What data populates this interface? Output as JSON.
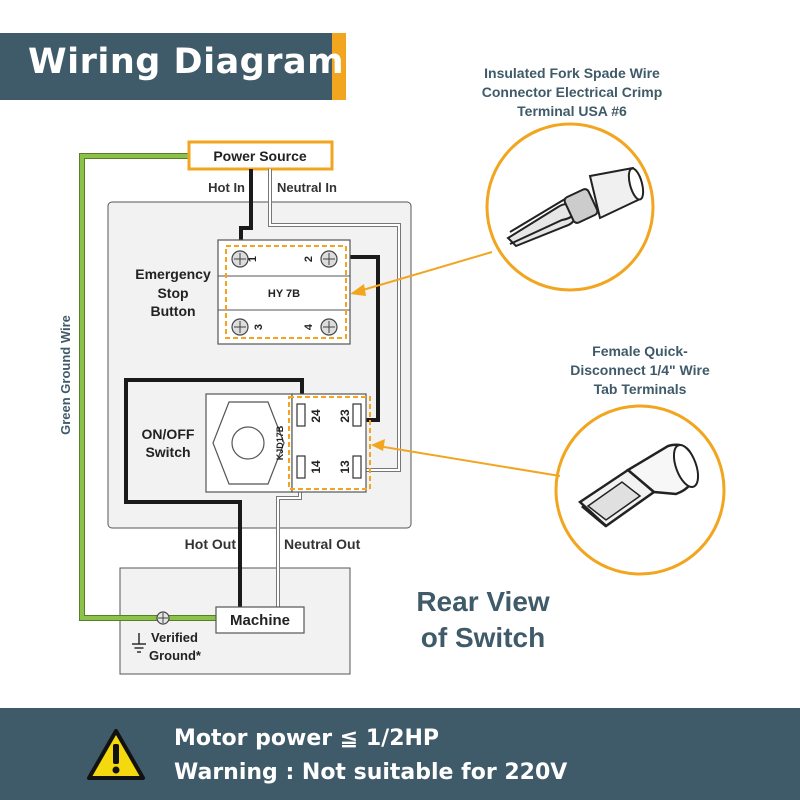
{
  "header": {
    "title": "Wiring Diagram"
  },
  "diagram": {
    "power_source": "Power Source",
    "hot_in": "Hot In",
    "neutral_in": "Neutral In",
    "emergency_stop": [
      "Emergency",
      "Stop",
      "Button"
    ],
    "estop_model": "HY 7B",
    "estop_terminals": [
      "1",
      "2",
      "3",
      "4"
    ],
    "onoff_switch": [
      "ON/OFF",
      "Switch"
    ],
    "switch_model": "KJD17B",
    "switch_terminals": [
      "24",
      "23",
      "14",
      "13"
    ],
    "green_ground_wire": "Green Ground Wire",
    "hot_out": "Hot Out",
    "neutral_out": "Neutral Out",
    "machine": "Machine",
    "verified_ground": [
      "Verified",
      "Ground*"
    ],
    "rear_view": [
      "Rear View",
      "of Switch"
    ]
  },
  "callouts": {
    "fork_spade": [
      "Insulated Fork Spade Wire",
      "Connector Electrical Crimp",
      "Terminal USA #6"
    ],
    "quick_disconnect": [
      "Female Quick-",
      "Disconnect  1/4\" Wire",
      "Tab Terminals"
    ]
  },
  "warning": {
    "line1": "Motor power ≦ 1/2HP",
    "line2": "Warning : Not suitable for 220V"
  },
  "colors": {
    "header_bg": "#3f5a68",
    "accent": "#f2a51e",
    "ground_wire": "#8bc34a",
    "hot_wire": "#1a1a1a",
    "heading_text": "#3f5a68"
  }
}
